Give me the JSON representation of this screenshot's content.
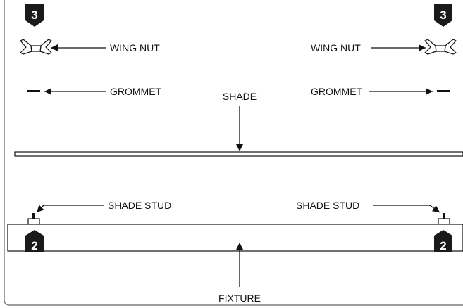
{
  "labels": {
    "wing_nut_left": "WING NUT",
    "wing_nut_right": "WING NUT",
    "grommet_left": "GROMMET",
    "grommet_right": "GROMMET",
    "shade": "SHADE",
    "shade_stud_left": "SHADE STUD",
    "shade_stud_right": "SHADE STUD",
    "fixture": "FIXTURE"
  },
  "steps": {
    "top_left": "3",
    "top_right": "3",
    "bottom_left": "2",
    "bottom_right": "2"
  },
  "colors": {
    "ink": "#111111",
    "panel_border": "#7f7f7f",
    "step_badge": "#1a1a1a"
  }
}
